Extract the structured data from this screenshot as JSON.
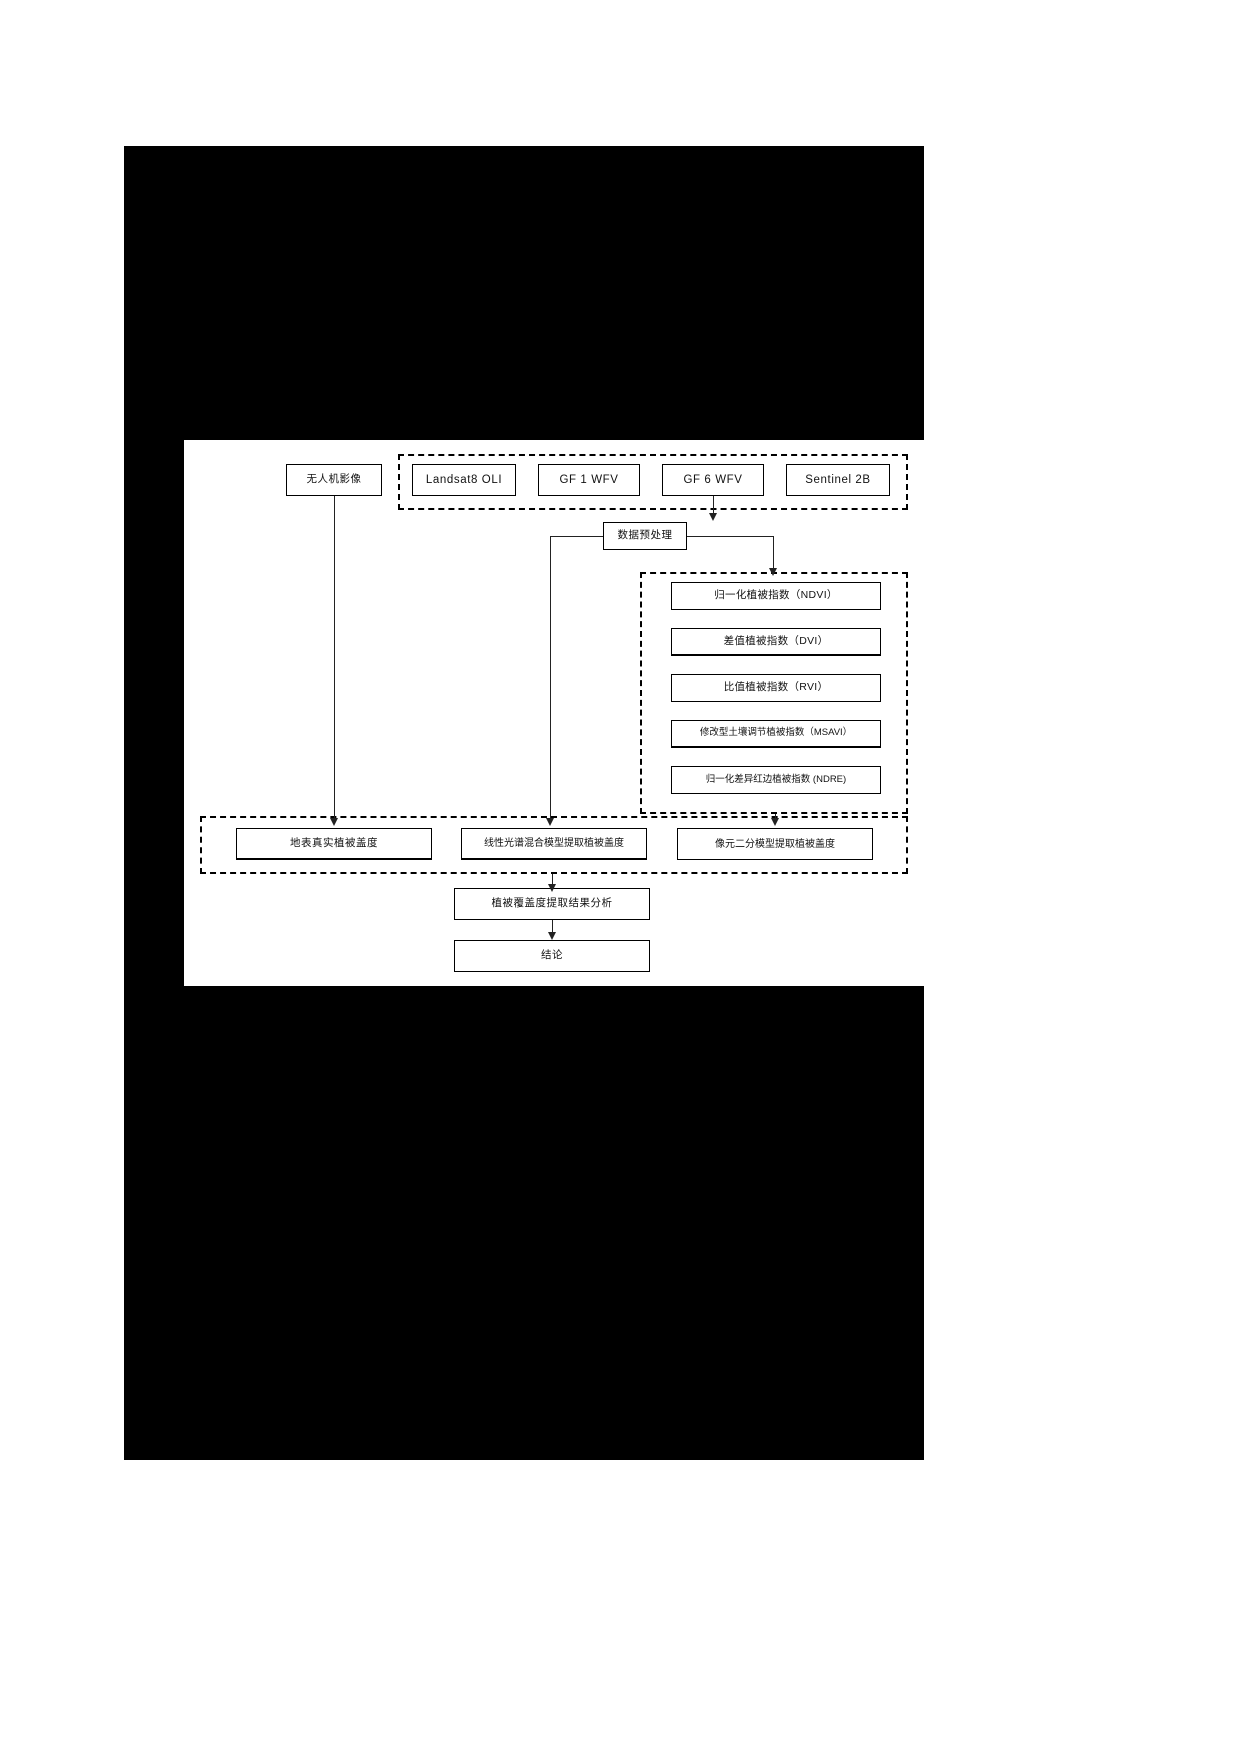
{
  "figure": {
    "type": "flowchart",
    "title": "",
    "background": "#000000",
    "canvas": "#ffffff",
    "line_color": "#222222"
  },
  "nodes": {
    "uav": "无人机影像",
    "satellites": [
      "Landsat8 OLI",
      "GF 1 WFV",
      "GF 6 WFV",
      "Sentinel 2B"
    ],
    "preprocess": "数据预处理",
    "indices": [
      "归一化植被指数（NDVI）",
      "差值植被指数（DVI）",
      "比值植被指数（RVI）",
      "修改型土壤调节植被指数（MSAVI）",
      "归一化差异红边植被指数 (NDRE)"
    ],
    "results": [
      "地表真实植被盖度",
      "线性光谱混合模型提取植被盖度",
      "像元二分模型提取植被盖度"
    ],
    "analysis": "植被覆盖度提取结果分析",
    "conclusion": "结论"
  },
  "groups": {
    "satellite_group": "satellite-data-sources",
    "index_group": "vegetation-index-group",
    "result_group": "coverage-extraction-group"
  }
}
